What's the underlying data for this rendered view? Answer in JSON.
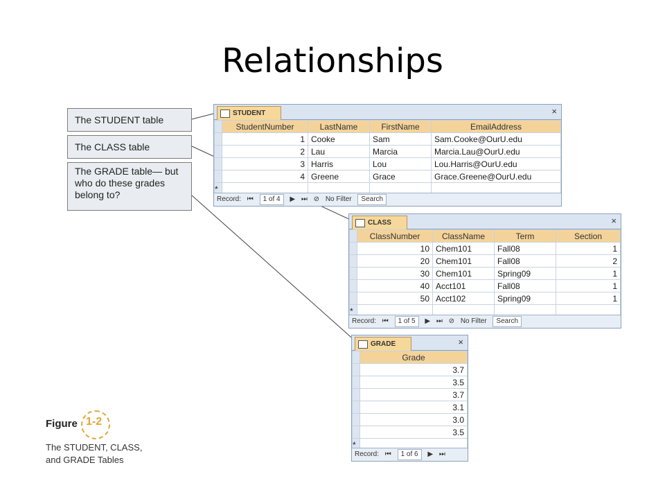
{
  "title": "Relationships",
  "callouts": {
    "student": "The STUDENT table",
    "class": "The CLASS table",
    "grade": "The GRADE table— but who do these grades belong to?"
  },
  "figure": {
    "label": "Figure",
    "number": "1-2",
    "caption_line1": "The STUDENT, CLASS,",
    "caption_line2": "and GRADE Tables"
  },
  "student_table": {
    "tab": "STUDENT",
    "close": "×",
    "columns": [
      "StudentNumber",
      "LastName",
      "FirstName",
      "EmailAddress"
    ],
    "rows": [
      [
        "1",
        "Cooke",
        "Sam",
        "Sam.Cooke@OurU.edu"
      ],
      [
        "2",
        "Lau",
        "Marcia",
        "Marcia.Lau@OurU.edu"
      ],
      [
        "3",
        "Harris",
        "Lou",
        "Lou.Harris@OurU.edu"
      ],
      [
        "4",
        "Greene",
        "Grace",
        "Grace.Greene@OurU.edu"
      ]
    ],
    "new_row_marker": "*",
    "nav": {
      "record_label": "Record:",
      "position": "1 of 4",
      "filter": "No Filter",
      "search": "Search"
    }
  },
  "class_table": {
    "tab": "CLASS",
    "close": "×",
    "columns": [
      "ClassNumber",
      "ClassName",
      "Term",
      "Section"
    ],
    "rows": [
      [
        "10",
        "Chem101",
        "Fall08",
        "1"
      ],
      [
        "20",
        "Chem101",
        "Fall08",
        "2"
      ],
      [
        "30",
        "Chem101",
        "Spring09",
        "1"
      ],
      [
        "40",
        "Acct101",
        "Fall08",
        "1"
      ],
      [
        "50",
        "Acct102",
        "Spring09",
        "1"
      ]
    ],
    "new_row_marker": "*",
    "nav": {
      "record_label": "Record:",
      "position": "1 of 5",
      "filter": "No Filter",
      "search": "Search"
    }
  },
  "grade_table": {
    "tab": "GRADE",
    "close": "×",
    "columns": [
      "Grade"
    ],
    "rows": [
      [
        "3.7"
      ],
      [
        "3.5"
      ],
      [
        "3.7"
      ],
      [
        "3.1"
      ],
      [
        "3.0"
      ],
      [
        "3.5"
      ]
    ],
    "new_row_marker": "*",
    "nav": {
      "record_label": "Record:",
      "position": "1 of 6"
    }
  }
}
